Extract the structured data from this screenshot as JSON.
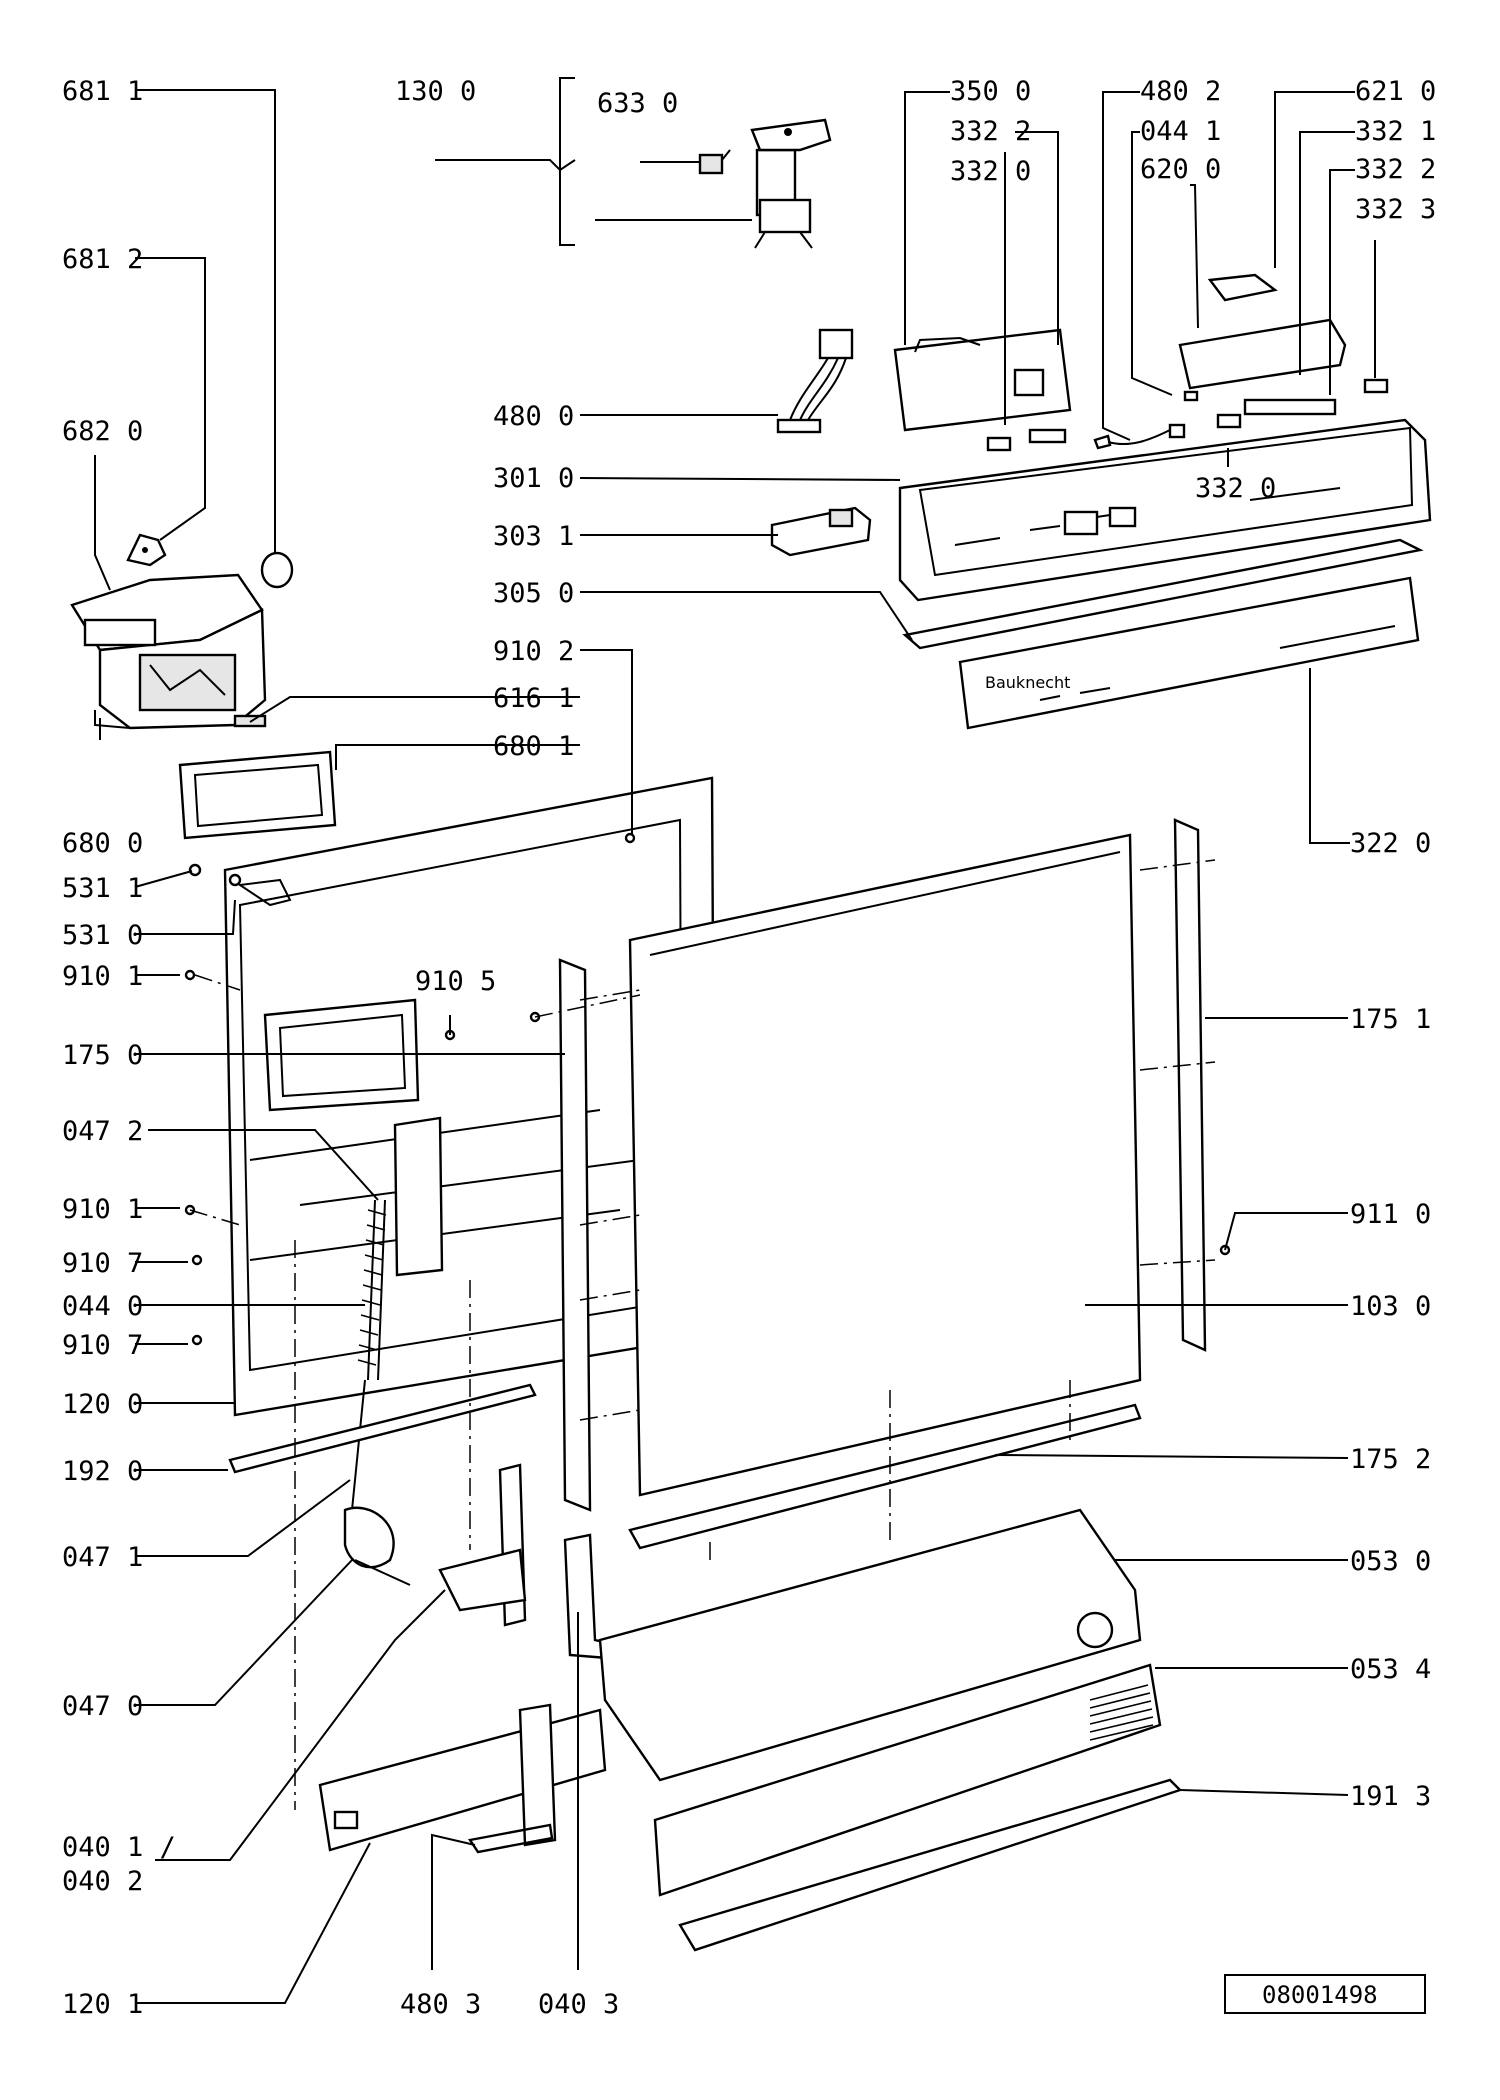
{
  "labels": {
    "l_681_1": "681 1",
    "l_130_0": "130 0",
    "l_633_0": "633 0",
    "l_681_2": "681 2",
    "l_682_0": "682 0",
    "l_350_0": "350 0",
    "l_332_2a": "332 2",
    "l_332_0a": "332 0",
    "l_480_2": "480 2",
    "l_044_1": "044 1",
    "l_620_0": "620 0",
    "l_621_0": "621 0",
    "l_332_1": "332 1",
    "l_332_2b": "332 2",
    "l_332_3": "332 3",
    "l_480_0": "480 0",
    "l_301_0": "301 0",
    "l_332_0b": "332 0",
    "l_303_1": "303 1",
    "l_305_0": "305 0",
    "l_910_2": "910 2",
    "l_616_1": "616 1",
    "l_680_1": "680 1",
    "l_680_0": "680 0",
    "l_322_0": "322 0",
    "l_531_1": "531 1",
    "l_531_0": "531 0",
    "l_910_1a": "910 1",
    "l_910_5": "910 5",
    "l_175_0": "175 0",
    "l_175_1": "175 1",
    "l_047_2": "047 2",
    "l_910_1b": "910 1",
    "l_911_0": "911 0",
    "l_910_7a": "910 7",
    "l_044_0": "044 0",
    "l_103_0": "103 0",
    "l_910_7b": "910 7",
    "l_120_0": "120 0",
    "l_192_0": "192 0",
    "l_175_2": "175 2",
    "l_047_1": "047 1",
    "l_053_0": "053 0",
    "l_053_4": "053 4",
    "l_047_0": "047 0",
    "l_191_3": "191 3",
    "l_040_1": "040 1 /",
    "l_040_2": "040 2",
    "l_120_1": "120 1",
    "l_480_3": "480 3",
    "l_040_3": "040 3"
  },
  "brand": "Bauknecht",
  "reference": "08001498"
}
